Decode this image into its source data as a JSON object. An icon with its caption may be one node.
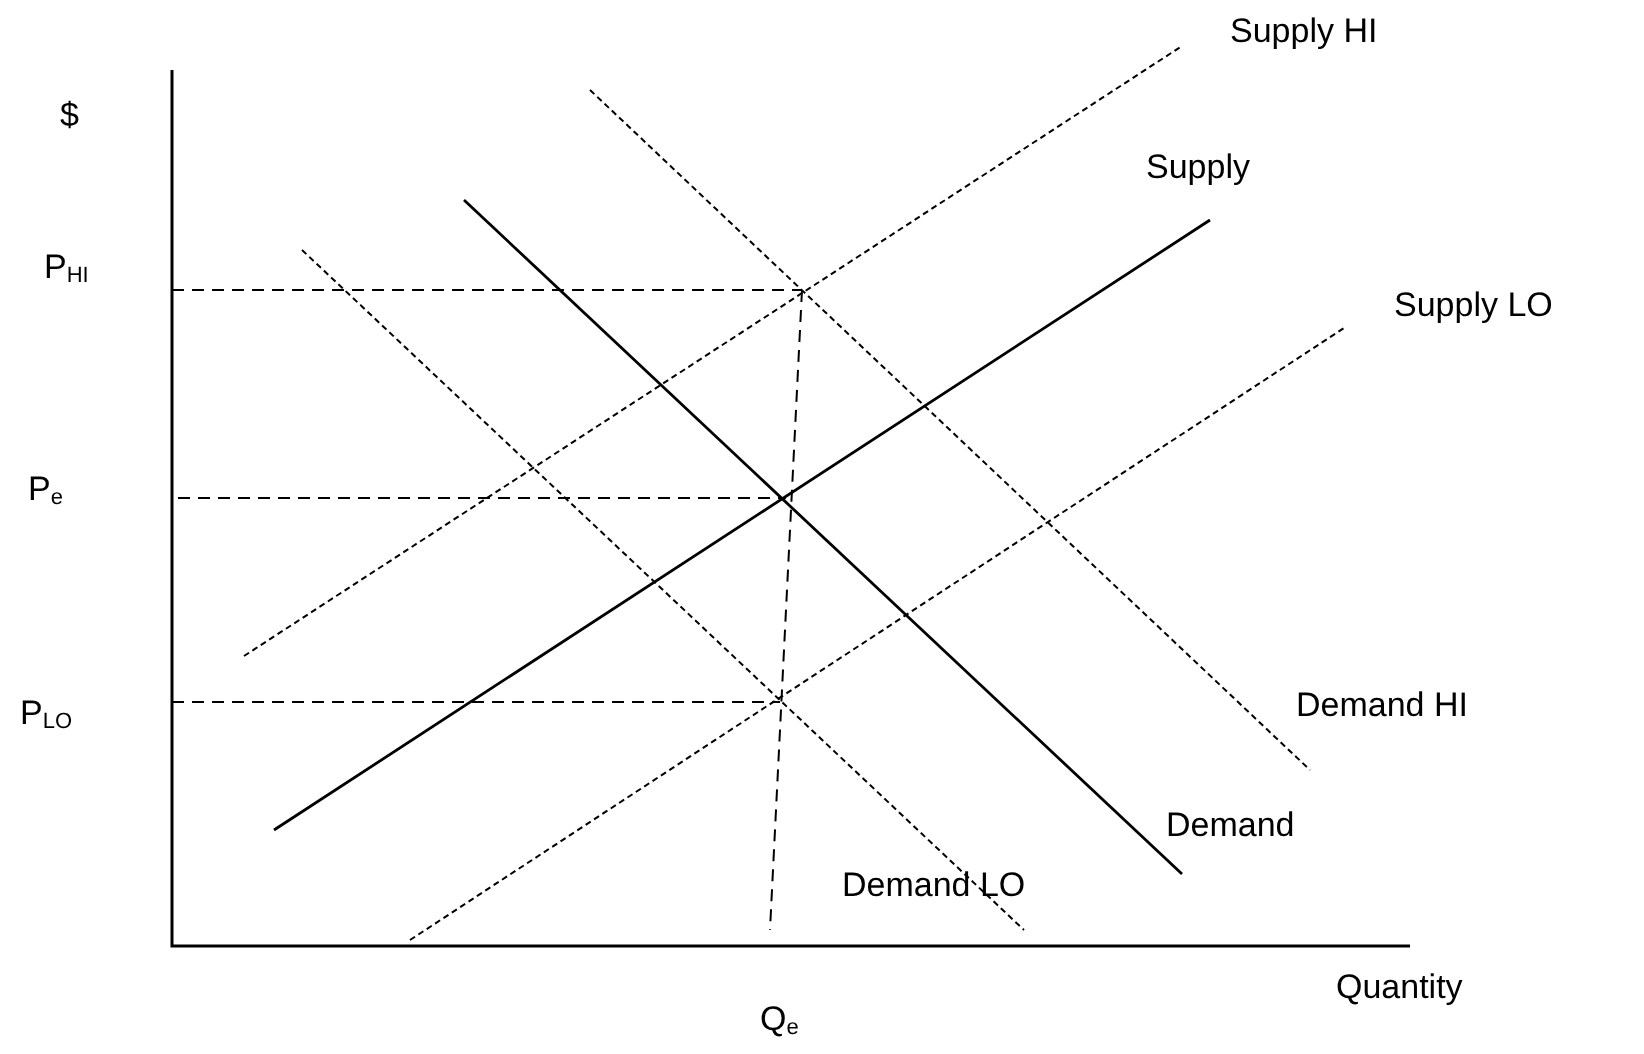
{
  "diagram": {
    "labels": [
      "Supply HI",
      "$",
      "Supply",
      "P$_{HI}$",
      "Supply LO",
      "P$_{e}$",
      "P$_{LO}$",
      "Demand HI",
      "Demand",
      "Demand LO",
      "Quantity",
      "Q$_{e}$"
    ]
  }
}
